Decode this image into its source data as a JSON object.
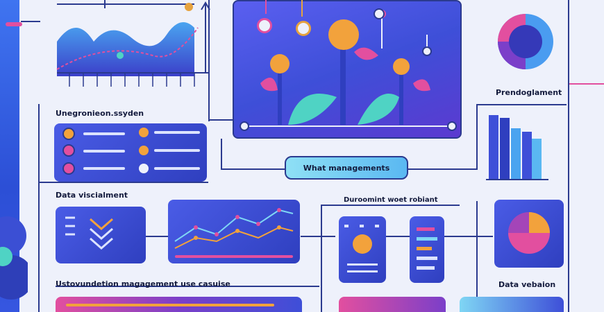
{
  "labels": {
    "system": "Unegronieon.ssyden",
    "product": "Prendoglament",
    "what": "What managements",
    "dataVis": "Data viscialment",
    "document": "Duroomint woet robiant",
    "automation": "Ustovundetion magagement use casuise",
    "dataVal": "Data vebaion"
  },
  "colors": {
    "blue": "#3e4fd8",
    "navy": "#2b3a8f",
    "pink": "#e24f9f",
    "orange": "#f2a23c",
    "teal": "#4fd3c4",
    "sky": "#7fd6f4",
    "purple": "#7b3fc9"
  },
  "icons": {
    "growth": "sprout-icon",
    "chevrons": "chevrons-down-icon",
    "pie": "pie-chart-icon",
    "donut": "donut-chart-icon"
  }
}
